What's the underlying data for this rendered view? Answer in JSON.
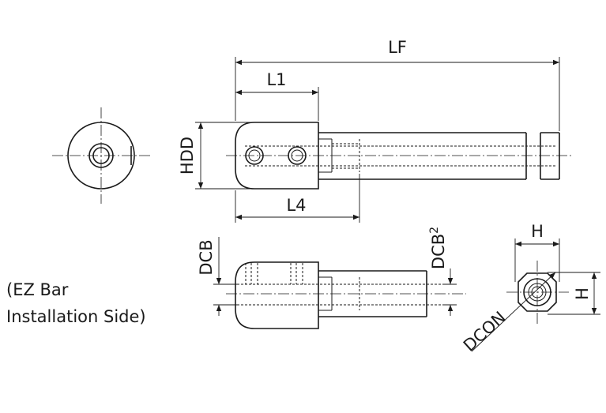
{
  "labels": {
    "lf": "LF",
    "l1": "L1",
    "l4": "L4",
    "hdd": "HDD",
    "dcb": "DCB",
    "dcb2_main": "DCB",
    "dcb2_sub": "2",
    "h_top": "H",
    "h_side": "H",
    "dcon": "DCON"
  },
  "note": {
    "line1": "(EZ Bar",
    "line2": "Installation Side)"
  }
}
